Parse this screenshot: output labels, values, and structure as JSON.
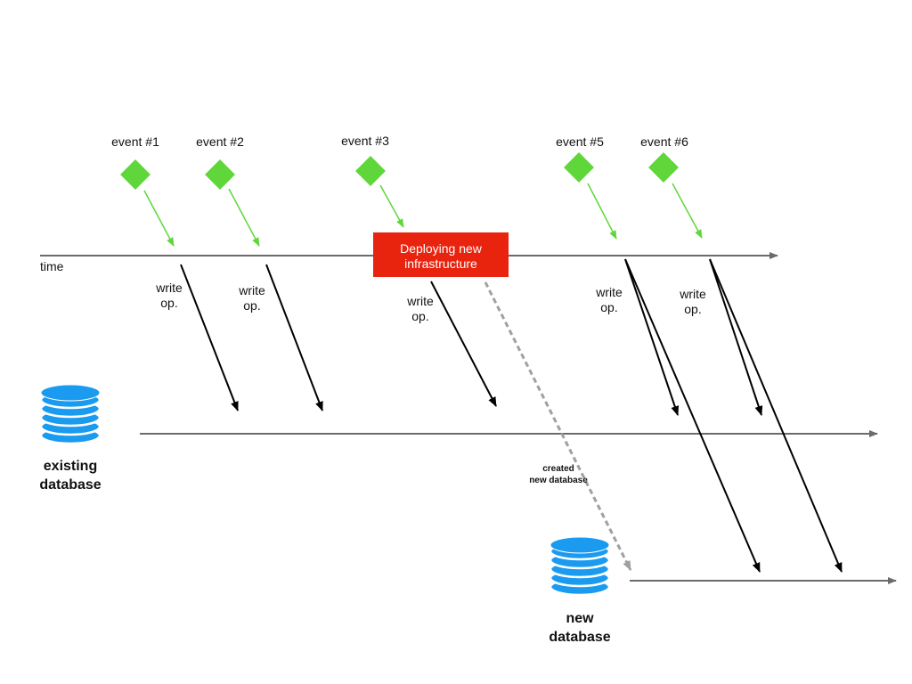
{
  "timeline": {
    "label": "time"
  },
  "events": [
    {
      "label": "event #1"
    },
    {
      "label": "event #2"
    },
    {
      "label": "event #3"
    },
    {
      "label": "event #5"
    },
    {
      "label": "event #6"
    }
  ],
  "deploy_box": {
    "line1": "Deploying new",
    "line2": "infrastructure"
  },
  "write_ops": [
    {
      "line1": "write",
      "line2": "op."
    },
    {
      "line1": "write",
      "line2": "op."
    },
    {
      "line1": "write",
      "line2": "op."
    },
    {
      "line1": "write",
      "line2": "op."
    },
    {
      "line1": "write",
      "line2": "op."
    }
  ],
  "existing_db": {
    "line1": "existing",
    "line2": "database"
  },
  "new_db": {
    "line1": "new",
    "line2": "database"
  },
  "created_label": {
    "line1": "created",
    "line2": "new database"
  },
  "colors": {
    "event_green": "#5fd63a",
    "deploy_red": "#e8230e",
    "db_blue": "#1a9bf0",
    "axis_grey": "#6b6b6b",
    "dashed_grey": "#a0a0a0",
    "arrow_black": "#000000"
  }
}
